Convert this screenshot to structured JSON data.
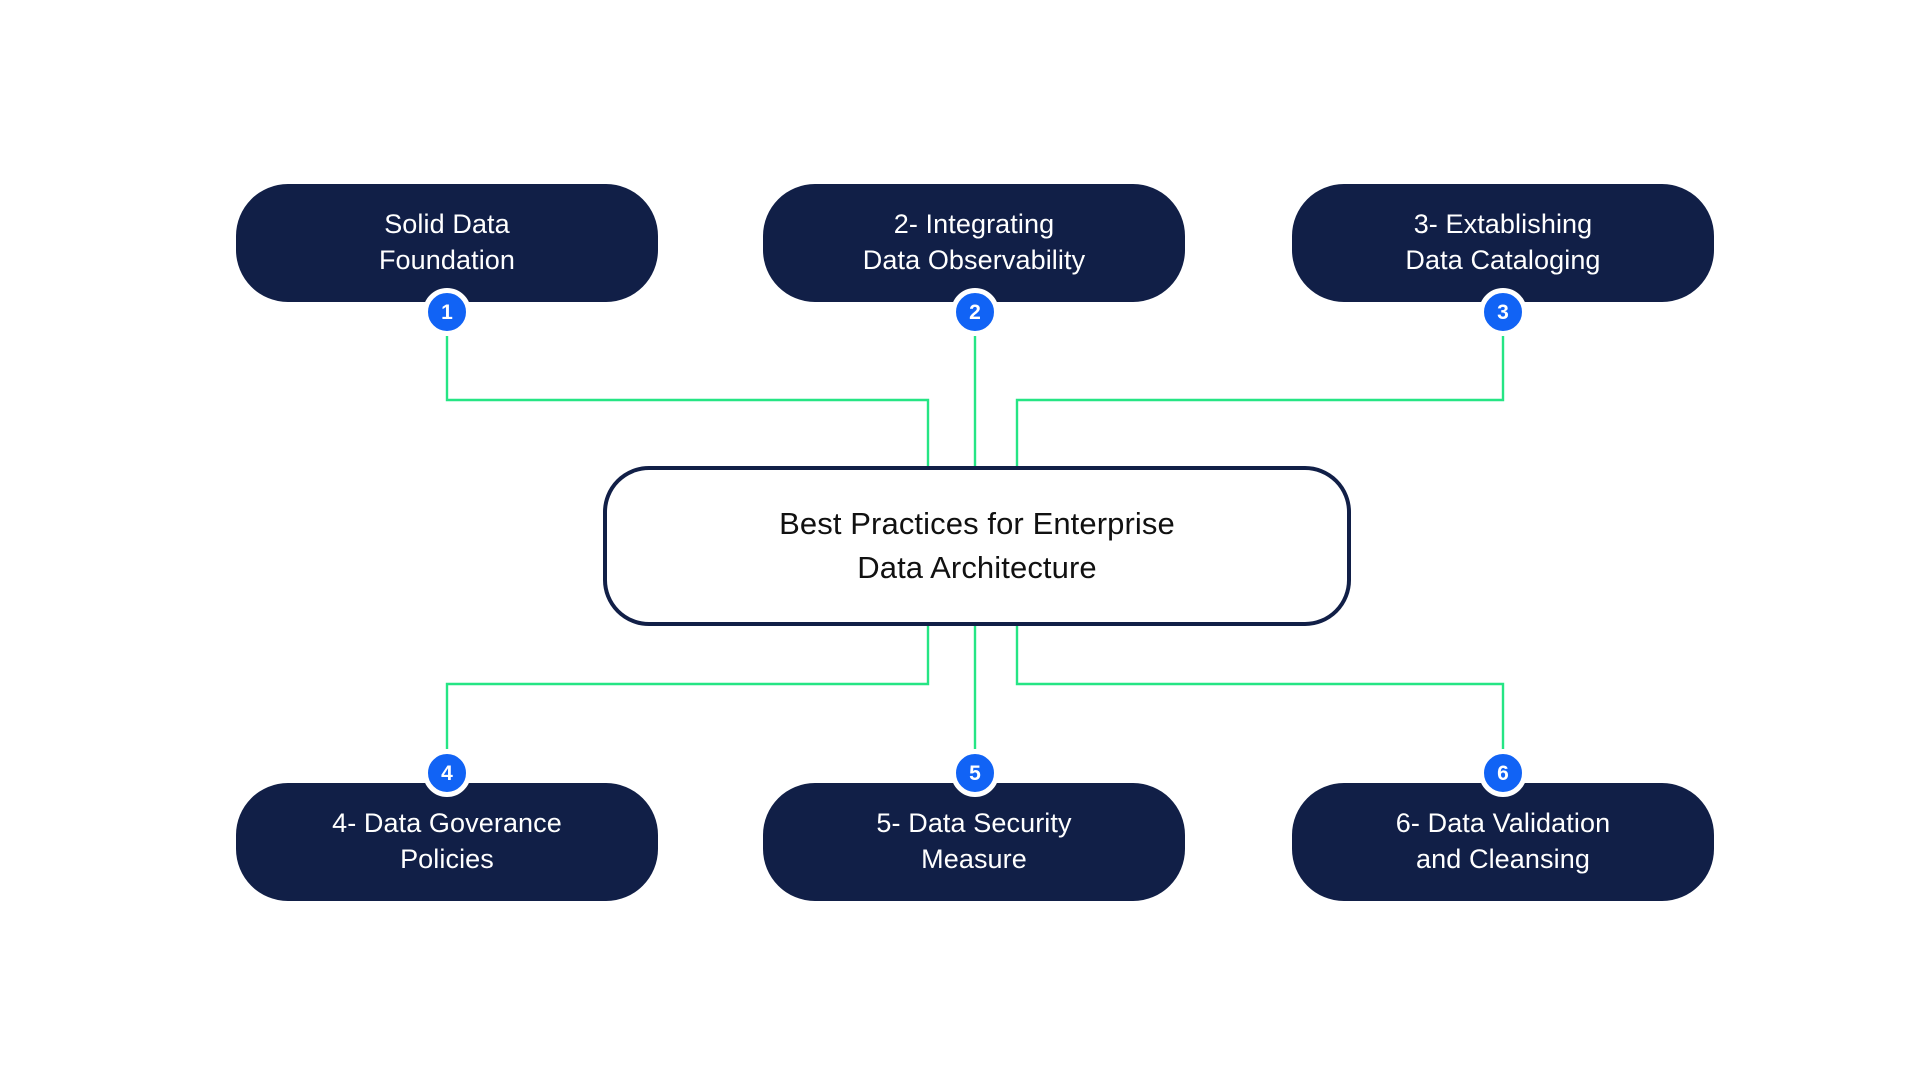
{
  "diagram": {
    "type": "hub-and-spoke-mind-map",
    "background_color": "#ffffff",
    "accent_colors": {
      "node_navy": "#111f47",
      "badge_blue": "#1163f5",
      "connector_green": "#25e584",
      "center_text": "#111111",
      "node_text": "#ffffff"
    },
    "center": {
      "label": "Best Practices for Enterprise\nData Architecture"
    },
    "nodes": [
      {
        "id": 1,
        "badge": "1",
        "label": "Solid Data\nFoundation",
        "row": "top"
      },
      {
        "id": 2,
        "badge": "2",
        "label": "2- Integrating\nData Observability",
        "row": "top"
      },
      {
        "id": 3,
        "badge": "3",
        "label": "3- Extablishing\nData Cataloging",
        "row": "top"
      },
      {
        "id": 4,
        "badge": "4",
        "label": "4- Data Goverance\nPolicies",
        "row": "bottom"
      },
      {
        "id": 5,
        "badge": "5",
        "label": "5- Data Security\nMeasure",
        "row": "bottom"
      },
      {
        "id": 6,
        "badge": "6",
        "label": "6- Data Validation\nand Cleansing",
        "row": "bottom"
      }
    ]
  }
}
